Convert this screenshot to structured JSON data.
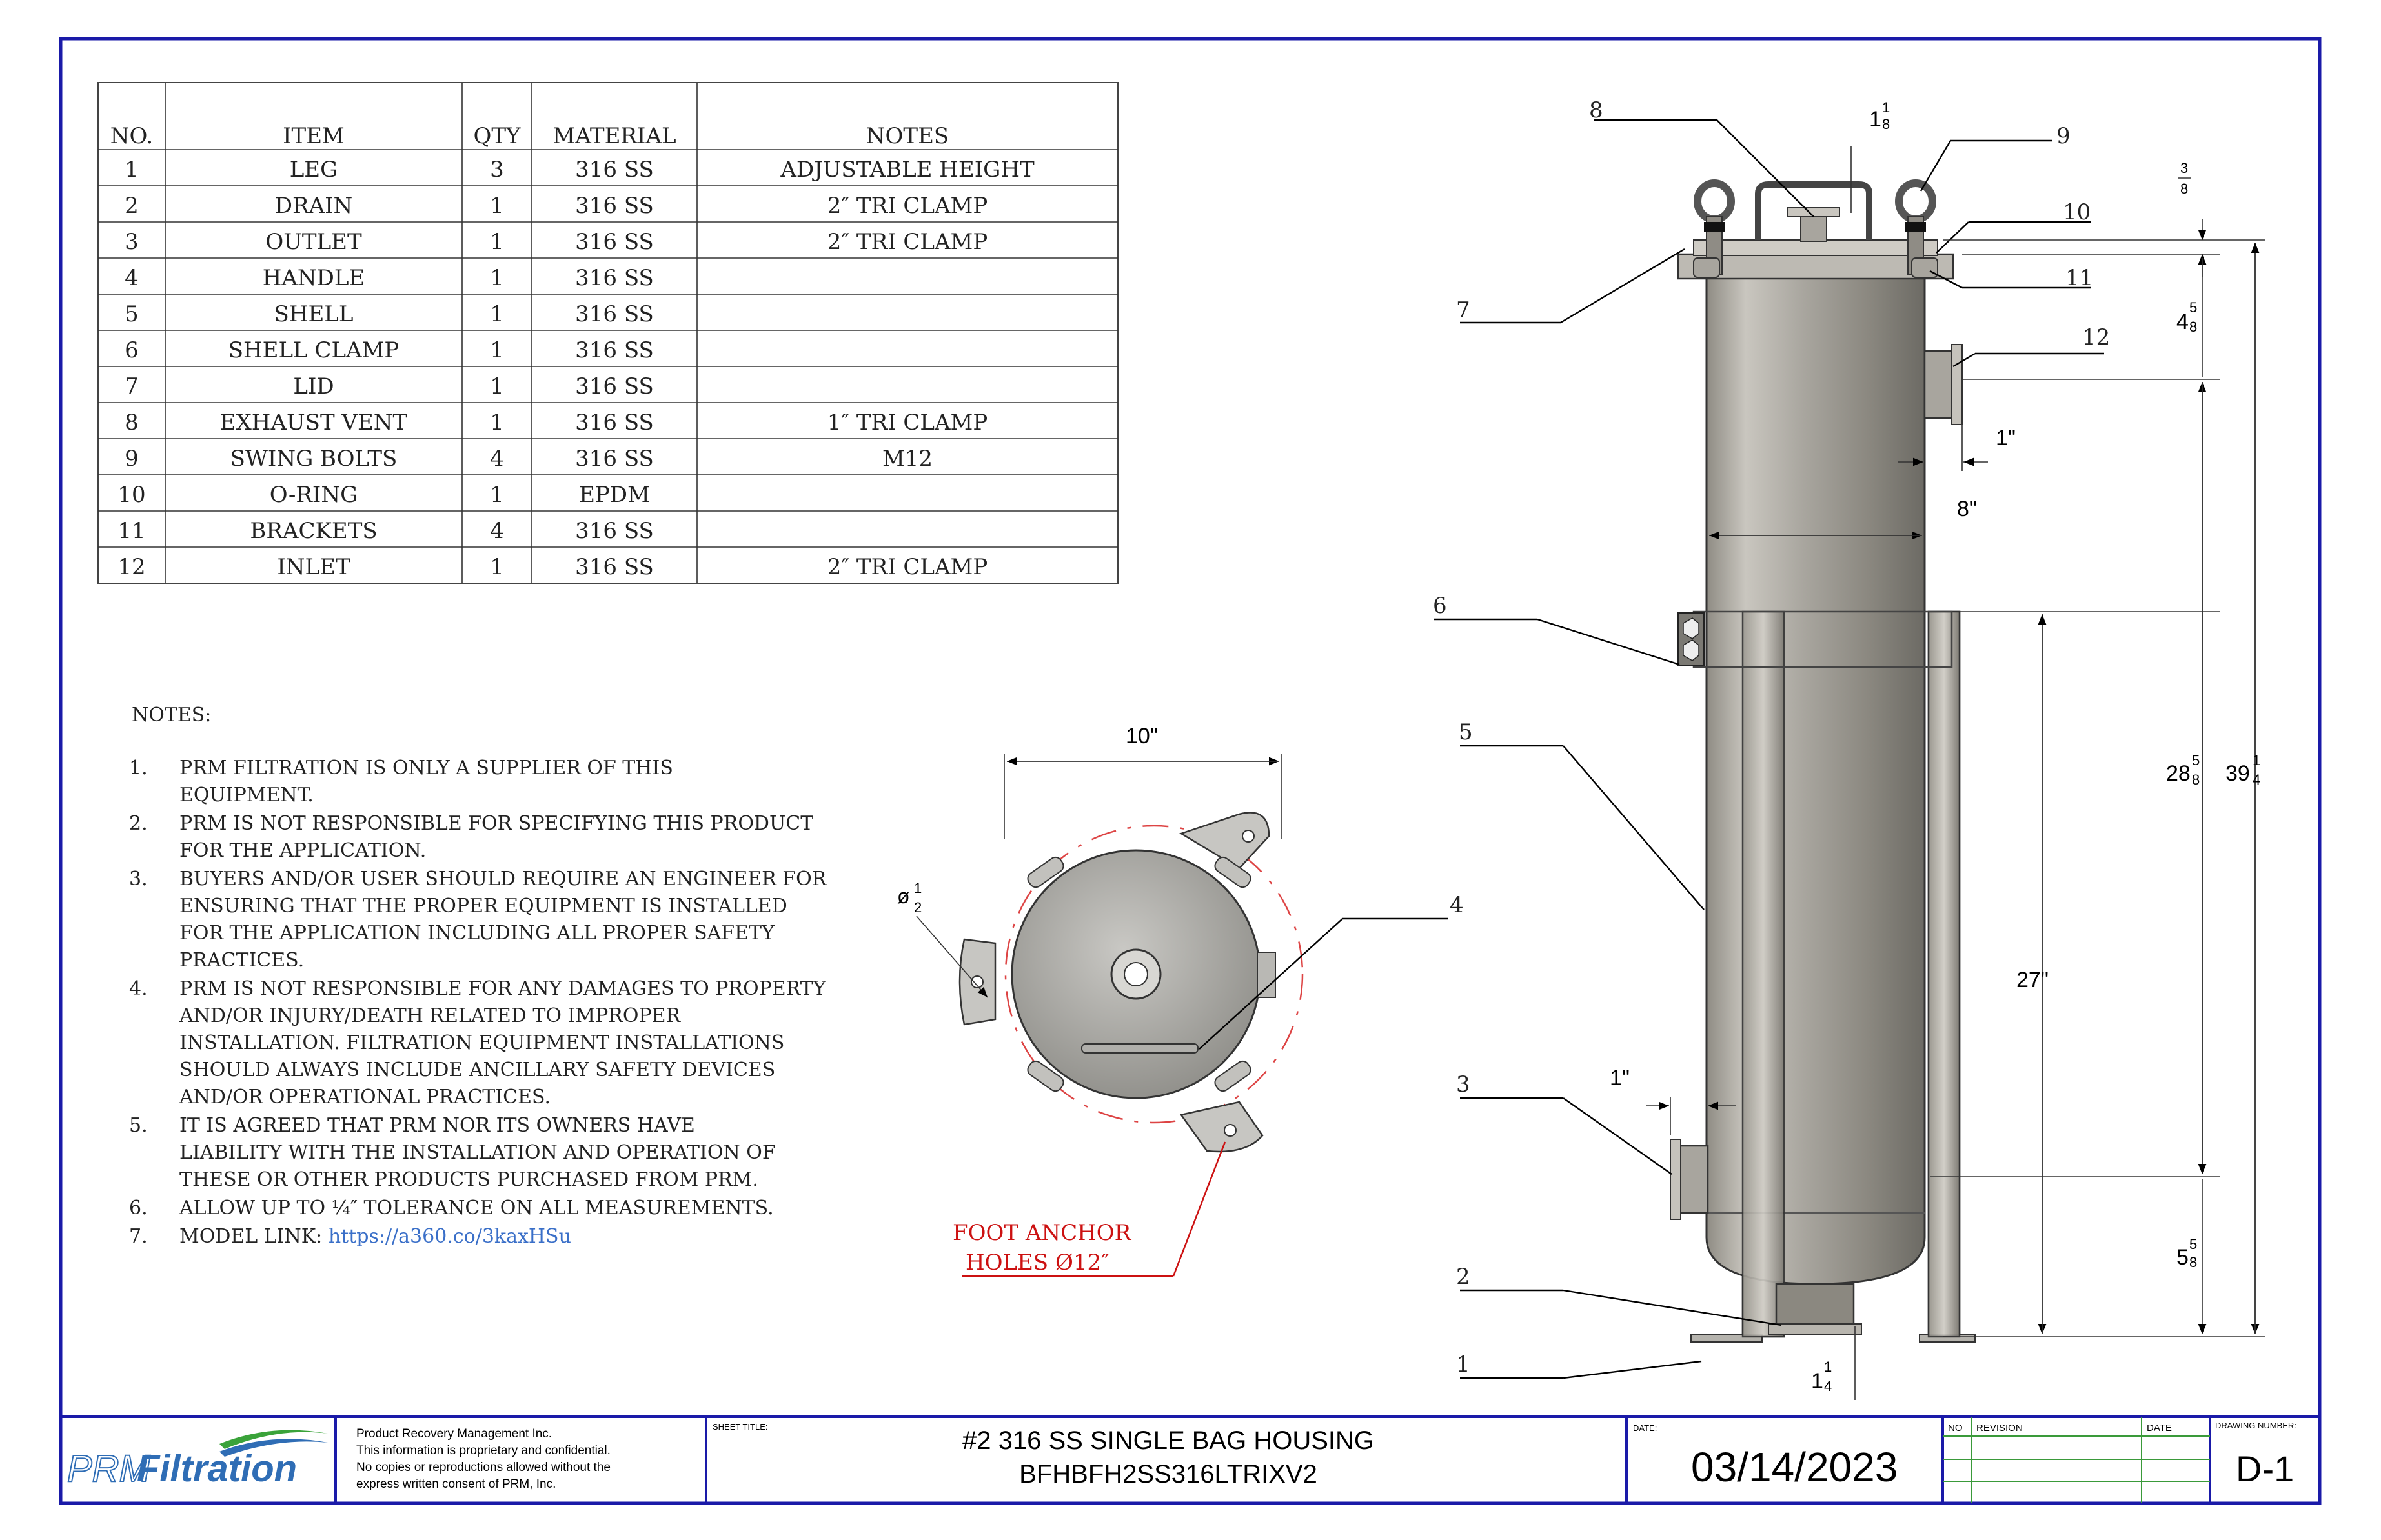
{
  "bom": {
    "headers": [
      "NO.",
      "ITEM",
      "QTY",
      "MATERIAL",
      "NOTES"
    ],
    "rows": [
      [
        "1",
        "LEG",
        "3",
        "316 SS",
        "ADJUSTABLE HEIGHT"
      ],
      [
        "2",
        "DRAIN",
        "1",
        "316 SS",
        "2″ TRI CLAMP"
      ],
      [
        "3",
        "OUTLET",
        "1",
        "316 SS",
        "2″ TRI CLAMP"
      ],
      [
        "4",
        "HANDLE",
        "1",
        "316 SS",
        ""
      ],
      [
        "5",
        "SHELL",
        "1",
        "316 SS",
        ""
      ],
      [
        "6",
        "SHELL CLAMP",
        "1",
        "316 SS",
        ""
      ],
      [
        "7",
        "LID",
        "1",
        "316 SS",
        ""
      ],
      [
        "8",
        "EXHAUST VENT",
        "1",
        "316 SS",
        "1″ TRI CLAMP"
      ],
      [
        "9",
        "SWING BOLTS",
        "4",
        "316 SS",
        "M12"
      ],
      [
        "10",
        "O-RING",
        "1",
        "EPDM",
        ""
      ],
      [
        "11",
        "BRACKETS",
        "4",
        "316 SS",
        ""
      ],
      [
        "12",
        "INLET",
        "1",
        "316 SS",
        "2″ TRI CLAMP"
      ]
    ]
  },
  "notes": {
    "title": "NOTES:",
    "items": [
      {
        "num": "1.",
        "lines": [
          "PRM FILTRATION IS ONLY A SUPPLIER OF THIS",
          "EQUIPMENT."
        ]
      },
      {
        "num": "2.",
        "lines": [
          "PRM IS NOT RESPONSIBLE FOR SPECIFYING THIS PRODUCT",
          "FOR THE APPLICATION."
        ]
      },
      {
        "num": "3.",
        "lines": [
          "BUYERS AND/OR USER SHOULD REQUIRE AN ENGINEER FOR",
          "ENSURING THAT THE PROPER EQUIPMENT IS INSTALLED",
          "FOR THE APPLICATION INCLUDING ALL PROPER SAFETY",
          "PRACTICES."
        ]
      },
      {
        "num": "4.",
        "lines": [
          "PRM IS NOT RESPONSIBLE FOR ANY DAMAGES TO PROPERTY",
          "AND/OR INJURY/DEATH RELATED TO IMPROPER",
          "INSTALLATION. FILTRATION EQUIPMENT INSTALLATIONS",
          "SHOULD ALWAYS INCLUDE ANCILLARY SAFETY DEVICES",
          "AND/OR OPERATIONAL PRACTICES."
        ]
      },
      {
        "num": "5.",
        "lines": [
          "IT IS AGREED THAT PRM NOR ITS OWNERS HAVE",
          "LIABILITY WITH THE INSTALLATION AND OPERATION OF",
          "THESE OR OTHER PRODUCTS PURCHASED FROM PRM."
        ]
      },
      {
        "num": "6.",
        "lines": [
          "ALLOW UP TO ¼″ TOLERANCE ON ALL MEASUREMENTS."
        ]
      },
      {
        "num": "7.",
        "lines": [
          "MODEL LINK: "
        ],
        "link": "https://a360.co/3kaxHSu"
      }
    ]
  },
  "top_view": {
    "width_dim": "10\"",
    "hole_dim_prefix": "ø",
    "hole_dim_frac": [
      "1",
      "2"
    ],
    "callout_handle": "4",
    "anchor_label_1": "FOOT ANCHOR",
    "anchor_label_2": "HOLES Ø12″"
  },
  "side_view": {
    "callouts": [
      "1",
      "2",
      "3",
      "5",
      "6",
      "7",
      "8",
      "9",
      "10",
      "11",
      "12"
    ],
    "dim_vent_whole": "1",
    "dim_vent_frac": [
      "1",
      "8"
    ],
    "dim_lid_frac": [
      "3",
      "8"
    ],
    "dim_top_whole": "4",
    "dim_top_frac": [
      "5",
      "8"
    ],
    "dim_inlet_offset": "1\"",
    "dim_diameter": "8\"",
    "dim_body_whole": "28",
    "dim_body_frac": [
      "5",
      "8"
    ],
    "dim_total_whole": "39",
    "dim_total_frac": [
      "1",
      "4"
    ],
    "dim_leg": "27\"",
    "dim_outlet_offset": "1\"",
    "dim_bottom_whole": "5",
    "dim_bottom_frac": [
      "5",
      "8"
    ],
    "dim_drain_whole": "1",
    "dim_drain_frac": [
      "1",
      "4"
    ]
  },
  "title_block": {
    "logo_a": "PRM",
    "logo_b": "Filtration",
    "company_lines": [
      "Product Recovery Management Inc.",
      "This information is proprietary and confidential.",
      "No copies or reproductions allowed without the",
      "express written consent of PRM, Inc."
    ],
    "sheet_title_label": "SHEET TITLE:",
    "title_1": "#2 316 SS SINGLE BAG HOUSING",
    "title_2": "BFHBFH2SS316LTRIXV2",
    "date_label": "DATE:",
    "date": "03/14/2023",
    "rev_no_label": "NO",
    "rev_label": "REVISION",
    "rev_date_label": "DATE",
    "drawing_number_label": "DRAWING NUMBER:",
    "drawing_number": "D-1"
  },
  "colors": {
    "border": "#1a1aa8",
    "anchor_callout": "#cc1111",
    "link": "#3a6fc8",
    "logo_blue": "#2f6db5",
    "logo_green": "#3aa33a"
  }
}
